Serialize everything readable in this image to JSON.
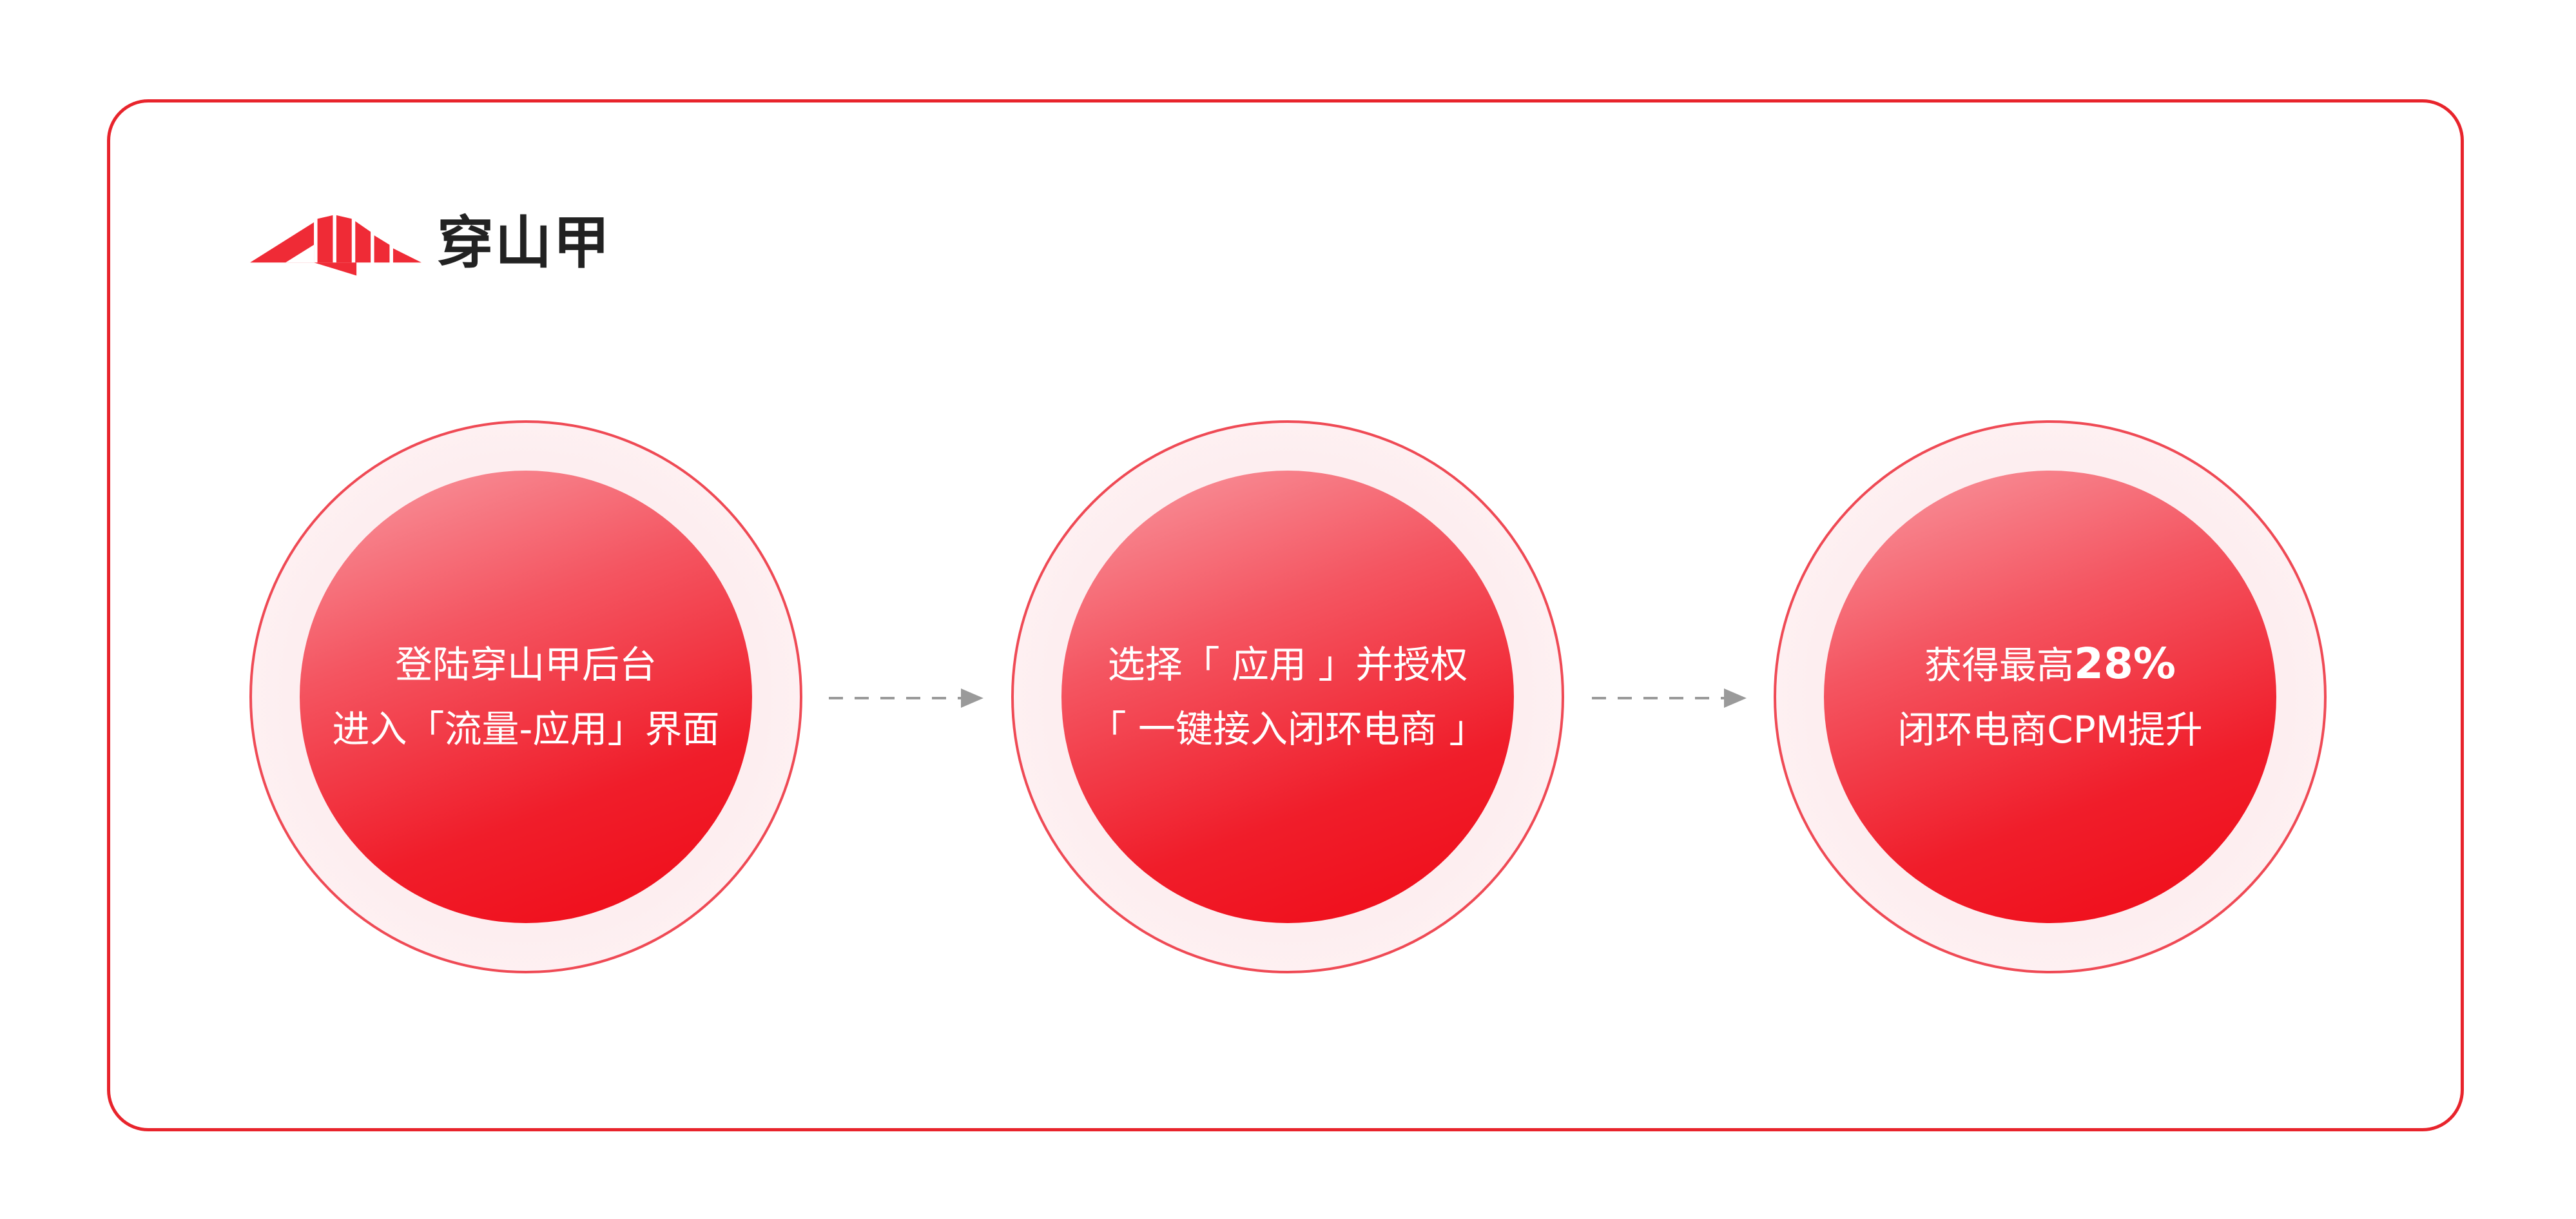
{
  "brand": {
    "name": "穿山甲",
    "accent_color": "#e8242c",
    "logo_icon": "pangle-logo-mark"
  },
  "steps": [
    {
      "line1": "登陆穿山甲后台",
      "line2": "进入「流量-应用」界面"
    },
    {
      "line1": "选择「 应用 」并授权",
      "line2": "「 一键接入闭环电商 」"
    },
    {
      "line1_prefix": "获得最高",
      "line1_highlight": "28%",
      "line2": "闭环电商CPM提升"
    }
  ],
  "connector_icon": "dashed-arrow-right-icon",
  "colors": {
    "frame_border": "#e8242c",
    "disc_start": "#f99aa2",
    "disc_end": "#f00a17",
    "ring_fill": "#fde4e6",
    "arrow": "#9a9a9a"
  }
}
